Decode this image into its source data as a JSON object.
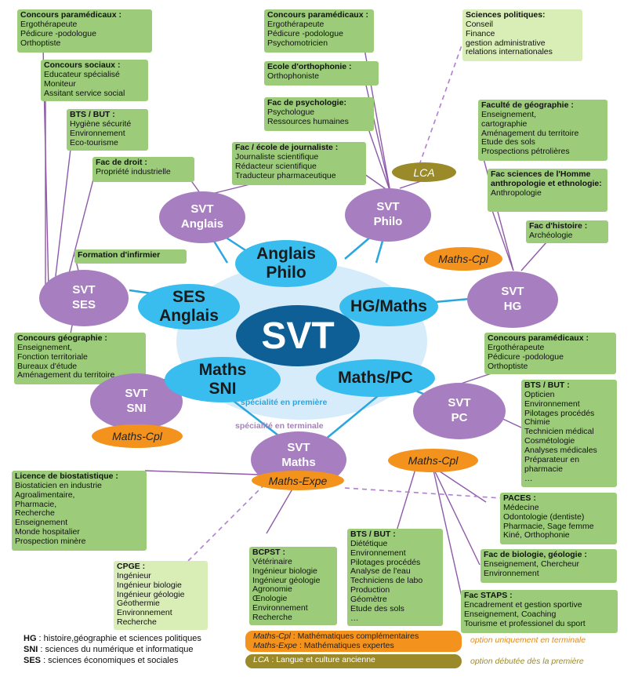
{
  "colors": {
    "box": "#9ccc7a",
    "box_light": "#d9edb6",
    "purple": "#a77fc0",
    "blue": "#38bdee",
    "center": "#0e5f95",
    "orange": "#f3931e",
    "olive": "#9b8a2a",
    "halo": "#d6ecfa",
    "line_purple": "#8e5aa8",
    "line_blue": "#2aa6df"
  },
  "center": "SVT",
  "specialites": {
    "anglais_philo": "Anglais Philo",
    "ses_anglais": "SES Anglais",
    "hg_maths": "HG/Maths",
    "maths_sni": "Maths SNI",
    "maths_pc": "Maths/PC"
  },
  "label_premiere": "spécialité en première",
  "label_terminale": "spécialité en terminale",
  "terminales": {
    "svt_anglais": "SVT Anglais",
    "svt_philo": "SVT Philo",
    "svt_ses": "SVT SES",
    "svt_hg": "SVT HG",
    "svt_sni": "SVT SNI",
    "svt_pc": "SVT PC",
    "svt_maths": "SVT Maths"
  },
  "options": {
    "lca": "LCA",
    "maths_cpl_hg": "Maths-Cpl",
    "maths_cpl_sni": "Maths-Cpl",
    "maths_cpl_pc": "Maths-Cpl",
    "maths_expe": "Maths-Expe"
  },
  "boxes": {
    "para1": {
      "title": "Concours paramédicaux :",
      "items": [
        "Ergothérapeute",
        "Pédicure -podologue",
        "Orthoptiste"
      ]
    },
    "sociaux": {
      "title": "Concours sociaux :",
      "items": [
        "Educateur spécialisé",
        "Moniteur",
        "Assitant service social"
      ]
    },
    "bts1": {
      "title": "BTS / BUT :",
      "items": [
        "Hygiène sécurité",
        "Environnement",
        "Eco-tourisme"
      ]
    },
    "droit": {
      "title": "Fac de droit :",
      "items": [
        "Propriété industrielle"
      ]
    },
    "infirmier": {
      "title": "Formation d'infirmier",
      "items": []
    },
    "geo_concours": {
      "title": "Concours géographie :",
      "items": [
        "Enseignement,",
        "Fonction territoriale",
        "Bureaux d'étude",
        "Aménagement du territoire"
      ]
    },
    "para2": {
      "title": "Concours paramédicaux :",
      "items": [
        "Ergothérapeute",
        "Pédicure -podologue",
        "Psychomotricien"
      ]
    },
    "ortho": {
      "title": "Ecole d'orthophonie :",
      "items": [
        "Orthophoniste"
      ]
    },
    "psycho": {
      "title": "Fac de psychologie:",
      "items": [
        "Psychologue",
        "Ressources humaines"
      ]
    },
    "journ": {
      "title": "Fac / école de journaliste :",
      "items": [
        "Journaliste scientifique",
        "Rédacteur scientifique",
        "Traducteur pharmaceutique"
      ]
    },
    "scpo": {
      "title": "Sciences politiques:",
      "items": [
        "Conseil",
        "Finance",
        "gestion administrative",
        "relations internationales"
      ]
    },
    "geo_fac": {
      "title": "Faculté de géographie :",
      "items": [
        "Enseignement,",
        "cartographie",
        "Aménagement du territoire",
        "Etude des sols",
        "Prospections pétrolières"
      ]
    },
    "anthro": {
      "title": "Fac sciences de l'Homme anthropologie et ethnologie:",
      "items": [
        "Anthropologie"
      ]
    },
    "histoire": {
      "title": "Fac d'histoire :",
      "items": [
        "Archéologie"
      ]
    },
    "para3": {
      "title": "Concours paramédicaux :",
      "items": [
        "Ergothérapeute",
        "Pédicure -podologue",
        "Orthoptiste"
      ]
    },
    "bts2": {
      "title": "BTS / BUT :",
      "items": [
        "Opticien",
        "Environnement",
        "Pilotages procédés",
        "Chimie",
        "Technicien médical",
        "Cosmétologie",
        "Analyses médicales",
        "Préparateur en",
        "pharmacie",
        "…"
      ]
    },
    "paces": {
      "title": "PACES :",
      "items": [
        "Médecine",
        "Odontologie (dentiste)",
        "Pharmacie, Sage femme",
        "Kiné, Orthophonie"
      ]
    },
    "bio": {
      "title": "Fac de biologie, géologie :",
      "items": [
        "Enseignement, Chercheur",
        "Environnement"
      ]
    },
    "staps": {
      "title": "Fac STAPS :",
      "items": [
        "Encadrement et gestion sportive",
        "Enseignement, Coaching",
        "Tourisme et professionel du sport"
      ]
    },
    "bts3": {
      "title": "BTS / BUT :",
      "items": [
        "Diététique",
        "Environnement",
        "Pilotages procédés",
        "Analyse de l'eau",
        "Techniciens de labo",
        "Production",
        "Géomètre",
        "Etude des sols",
        "…"
      ]
    },
    "bcpst": {
      "title": "BCPST :",
      "items": [
        "Vétérinaire",
        "Ingénieur biologie",
        "Ingénieur géologie",
        "Agronomie",
        "Œnologie",
        "Environnement",
        "Recherche"
      ]
    },
    "cpge": {
      "title": "CPGE :",
      "items": [
        "Ingénieur",
        "Ingénieur biologie",
        "Ingénieur géologie",
        "Géothermie",
        "Environnement",
        "Recherche"
      ]
    },
    "biostat": {
      "title": "Licence de biostatistique :",
      "items": [
        "Biostaticien en industrie",
        "Agroalimentaire,",
        "Pharmacie,",
        "Recherche",
        "Enseignement",
        "Monde hospitalier",
        "Prospection minère"
      ]
    }
  },
  "legend": {
    "hg_abbr": "HG",
    "hg_text": " : histoire,géographie et sciences politiques",
    "sni_abbr": "SNI",
    "sni_text": " : sciences du numérique et informatique",
    "ses_abbr": "SES",
    "ses_text": " : sciences économiques et sociales",
    "cpl_abbr": "Maths-Cpl",
    "cpl_text": " : Mathématiques complémentaires",
    "expe_abbr": "Maths-Expe",
    "expe_text": " : Mathématiques expertes",
    "lca_abbr": "LCA",
    "lca_text": " : Langue et culture ancienne",
    "note_terminale": "option uniquement en terminale",
    "note_premiere": "option débutée dès la première"
  }
}
